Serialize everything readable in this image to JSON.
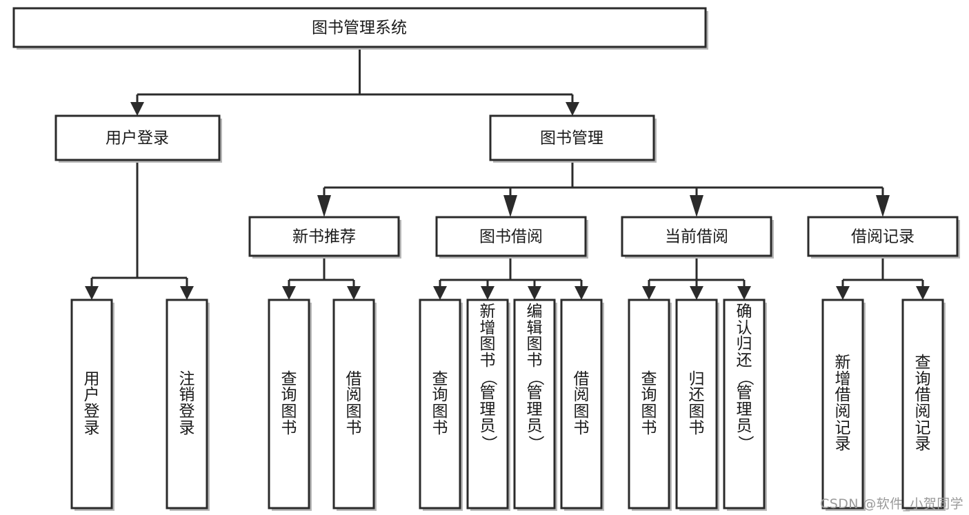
{
  "diagram": {
    "type": "hierarchy-tree",
    "title": "图书管理系统",
    "watermark": "CSDN @软件_小贺同学",
    "colors": {
      "box_fill": "#ffffff",
      "box_stroke": "#2b2b2b",
      "shadow": "#b8b8b8",
      "text": "#1a1a1a",
      "background": "#ffffff",
      "watermark": "#9a9a9a"
    },
    "levels": {
      "root": {
        "label": "图书管理系统",
        "orientation": "horizontal"
      },
      "level2": [
        {
          "label": "用户登录",
          "orientation": "horizontal"
        },
        {
          "label": "图书管理",
          "orientation": "horizontal"
        }
      ],
      "level3": [
        {
          "label": "新书推荐",
          "orientation": "horizontal",
          "parent": "图书管理"
        },
        {
          "label": "图书借阅",
          "orientation": "horizontal",
          "parent": "图书管理"
        },
        {
          "label": "当前借阅",
          "orientation": "horizontal",
          "parent": "图书管理"
        },
        {
          "label": "借阅记录",
          "orientation": "horizontal",
          "parent": "图书管理"
        }
      ],
      "leaves": [
        {
          "label": "用户登录",
          "orientation": "vertical",
          "parent": "用户登录"
        },
        {
          "label": "注销登录",
          "orientation": "vertical",
          "parent": "用户登录"
        },
        {
          "label": "查询图书",
          "orientation": "vertical",
          "parent": "新书推荐"
        },
        {
          "label": "借阅图书",
          "orientation": "vertical",
          "parent": "新书推荐"
        },
        {
          "label": "查询图书",
          "orientation": "vertical",
          "parent": "图书借阅"
        },
        {
          "label": "新增图书（管理员）",
          "orientation": "vertical",
          "parent": "图书借阅"
        },
        {
          "label": "编辑图书（管理员）",
          "orientation": "vertical",
          "parent": "图书借阅"
        },
        {
          "label": "借阅图书",
          "orientation": "vertical",
          "parent": "图书借阅"
        },
        {
          "label": "查询图书",
          "orientation": "vertical",
          "parent": "当前借阅"
        },
        {
          "label": "归还图书",
          "orientation": "vertical",
          "parent": "当前借阅"
        },
        {
          "label": "确认归还（管理员）",
          "orientation": "vertical",
          "parent": "当前借阅"
        },
        {
          "label": "新增借阅记录",
          "orientation": "vertical",
          "parent": "借阅记录"
        },
        {
          "label": "查询借阅记录",
          "orientation": "vertical",
          "parent": "借阅记录"
        }
      ]
    }
  }
}
